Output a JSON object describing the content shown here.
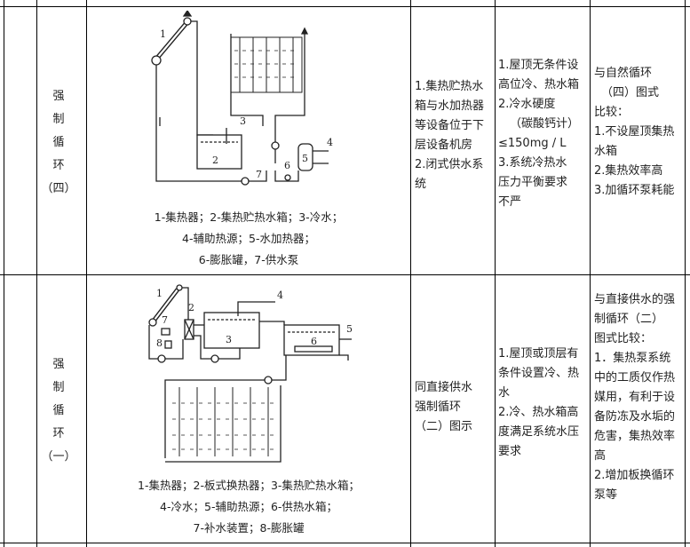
{
  "rows": [
    {
      "system": [
        "强",
        "制",
        "循",
        "环",
        "（四）"
      ],
      "caption": [
        "1-集热器；2-集热贮热水箱；3-冷水；",
        "4-辅助热源；5-水加热器；",
        "6-膨胀罐，7-供水泵"
      ],
      "schematic_labels": [
        "1",
        "2",
        "3",
        "4",
        "5",
        "6",
        "7"
      ],
      "features": [
        "1.集热贮热水",
        "箱与水加热器",
        "等设备位于下",
        "层设备机房",
        "2.闭式供水系",
        "统"
      ],
      "conditions": [
        "1.屋顶无条件设",
        "高位冷、热水箱",
        "2.冷水硬度",
        "（碳酸钙计）",
        "≤150mg / L",
        "3.系统冷热水",
        "压力平衡要求",
        "不严"
      ],
      "comparison": [
        "与自然循环",
        "（四）图式",
        "比较：",
        "1.不设屋顶集热",
        "水箱",
        "2.集热效率高",
        "3.加循环泵耗能"
      ]
    },
    {
      "system": [
        "强",
        "制",
        "循",
        "环",
        "（一）"
      ],
      "caption": [
        "1-集热器；2-板式换热器；3-集热贮热水箱；",
        "4-冷水；5-辅助热源；6-供热水箱；",
        "7-补水装置；8-膨胀罐"
      ],
      "schematic_labels": [
        "1",
        "2",
        "3",
        "4",
        "5",
        "6",
        "7",
        "8"
      ],
      "features": [
        "同直接供水",
        "强制循环",
        "（二）图示"
      ],
      "conditions": [
        "1.屋顶或顶层有",
        "条件设置冷、热",
        "水",
        "2.冷、热水箱高",
        "度满足系统水压",
        "要求"
      ],
      "comparison": [
        "与直接供水的强",
        "制循环（二）",
        "图式比较：",
        "1．集热泵系统",
        "中的工质仅作热",
        "媒用，有利于设",
        "备防冻及水垢的",
        "危害，集热效率",
        "高",
        "2.增加板换循环",
        "泵等"
      ]
    }
  ]
}
